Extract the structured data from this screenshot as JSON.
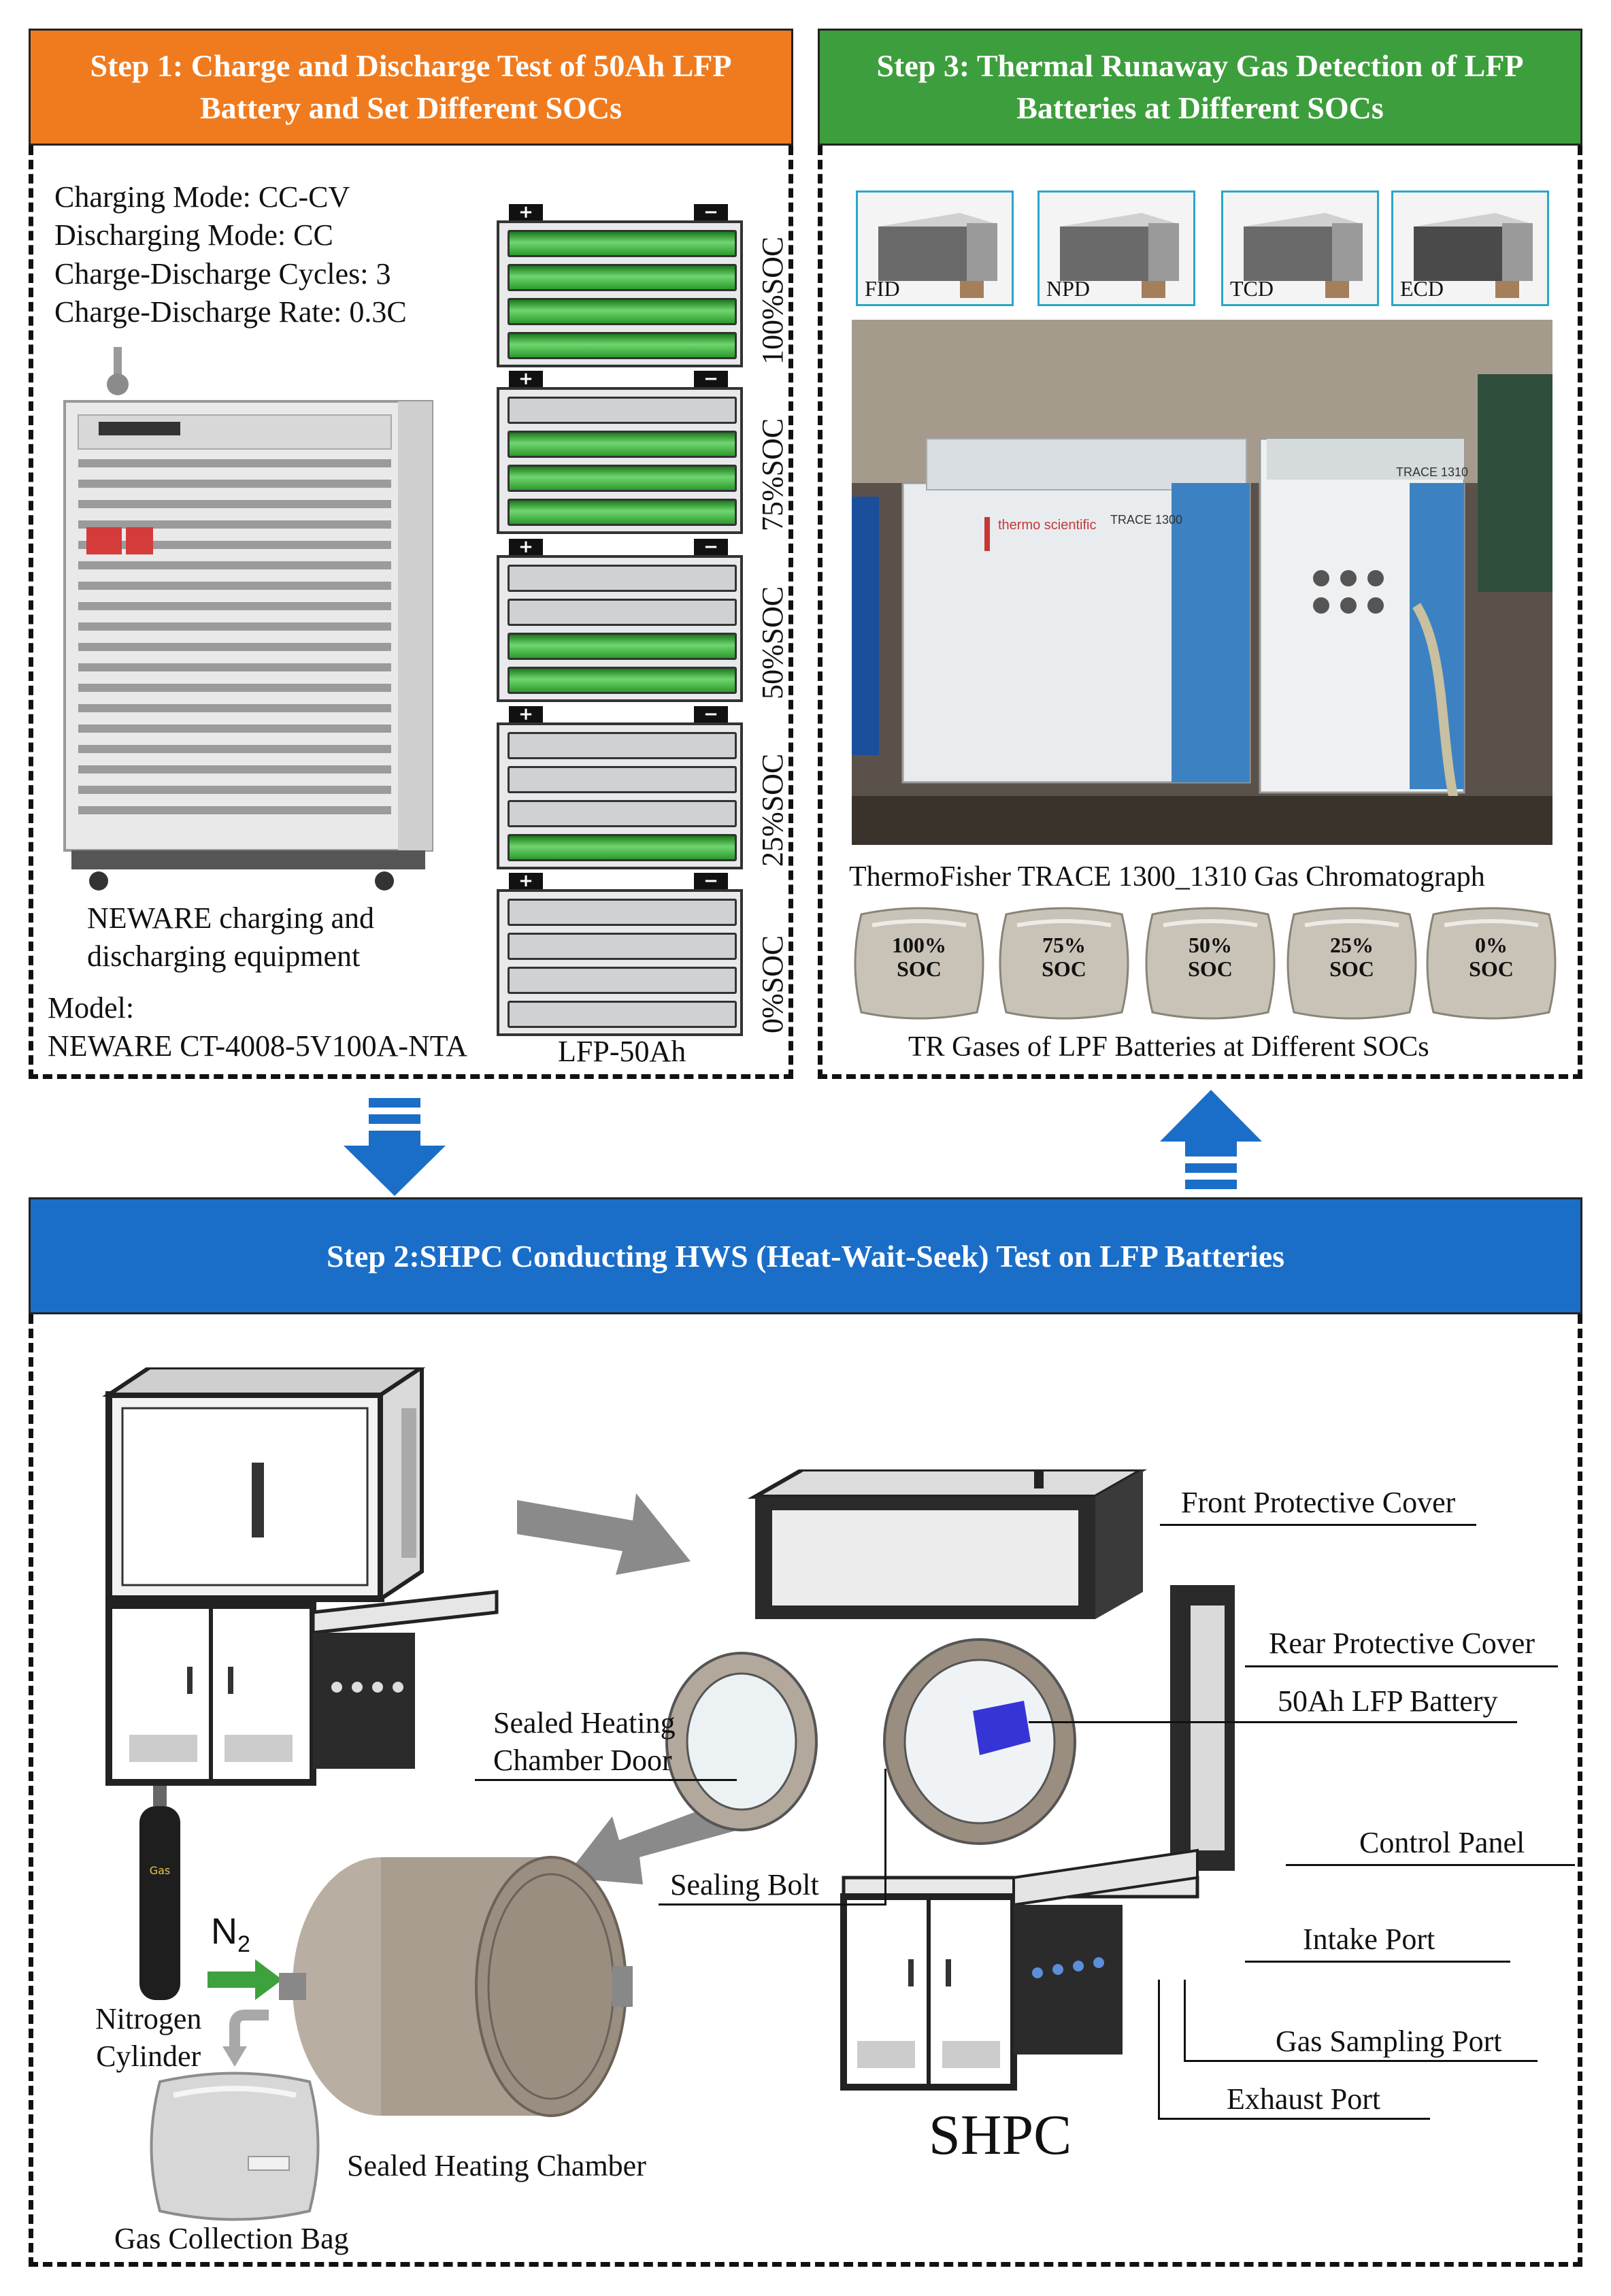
{
  "step1": {
    "title_line1": "Step 1: Charge and Discharge Test of 50Ah LFP",
    "title_line2": "Battery and Set Different SOCs",
    "header_color": "#f07b1f",
    "specs": [
      "Charging Mode: CC-CV",
      "Discharging Mode: CC",
      "Charge-Discharge Cycles: 3",
      "Charge-Discharge Rate: 0.3C"
    ],
    "equipment_line1": "NEWARE charging and",
    "equipment_line2": "discharging equipment",
    "model_label": "Model:",
    "model_value": "NEWARE CT-4008-5V100A-NTA",
    "battery_caption": "LFP-50Ah",
    "terminal_plus": "+",
    "terminal_minus": "−",
    "socs": [
      {
        "label": "100%SOC",
        "level": 1.0
      },
      {
        "label": "75%SOC",
        "level": 0.75
      },
      {
        "label": "50%SOC",
        "level": 0.5
      },
      {
        "label": "25%SOC",
        "level": 0.25
      },
      {
        "label": "0%SOC",
        "level": 0.0
      }
    ]
  },
  "step3": {
    "title_line1": "Step 3: Thermal Runaway Gas Detection of LFP",
    "title_line2": "Batteries at Different SOCs",
    "header_color": "#3d9e3d",
    "detectors": [
      "FID",
      "NPD",
      "TCD",
      "ECD"
    ],
    "gc_caption": "ThermoFisher TRACE 1300_1310 Gas Chromatograph",
    "gc_brand": "thermo scientific",
    "gc_model_1": "TRACE 1300",
    "gc_model_2": "TRACE 1310",
    "bags": [
      {
        "pct": "100%",
        "soc": "SOC"
      },
      {
        "pct": "75%",
        "soc": "SOC"
      },
      {
        "pct": "50%",
        "soc": "SOC"
      },
      {
        "pct": "25%",
        "soc": "SOC"
      },
      {
        "pct": "0%",
        "soc": "SOC"
      }
    ],
    "bags_caption": "TR Gases of LPF Batteries at Different SOCs"
  },
  "step2": {
    "title": "Step 2:SHPC Conducting HWS (Heat-Wait-Seek) Test on LFP Batteries",
    "header_color": "#1a6ec8",
    "labels": {
      "front_cover": "Front Protective Cover",
      "rear_cover": "Rear Protective Cover",
      "battery": "50Ah LFP Battery",
      "control_panel": "Control Panel",
      "intake": "Intake Port",
      "sampling": "Gas Sampling Port",
      "exhaust": "Exhaust Port",
      "door_line1": "Sealed Heating",
      "door_line2": "Chamber Door",
      "bolt": "Sealing Bolt",
      "n2": "N",
      "n2_sub": "2",
      "cylinder_line1": "Nitrogen",
      "cylinder_line2": "Cylinder",
      "cylinder_text": "Gas",
      "chamber": "Sealed Heating Chamber",
      "bag": "Gas Collection Bag",
      "shpc": "SHPC"
    }
  },
  "arrow_color": "#1a6ec8"
}
